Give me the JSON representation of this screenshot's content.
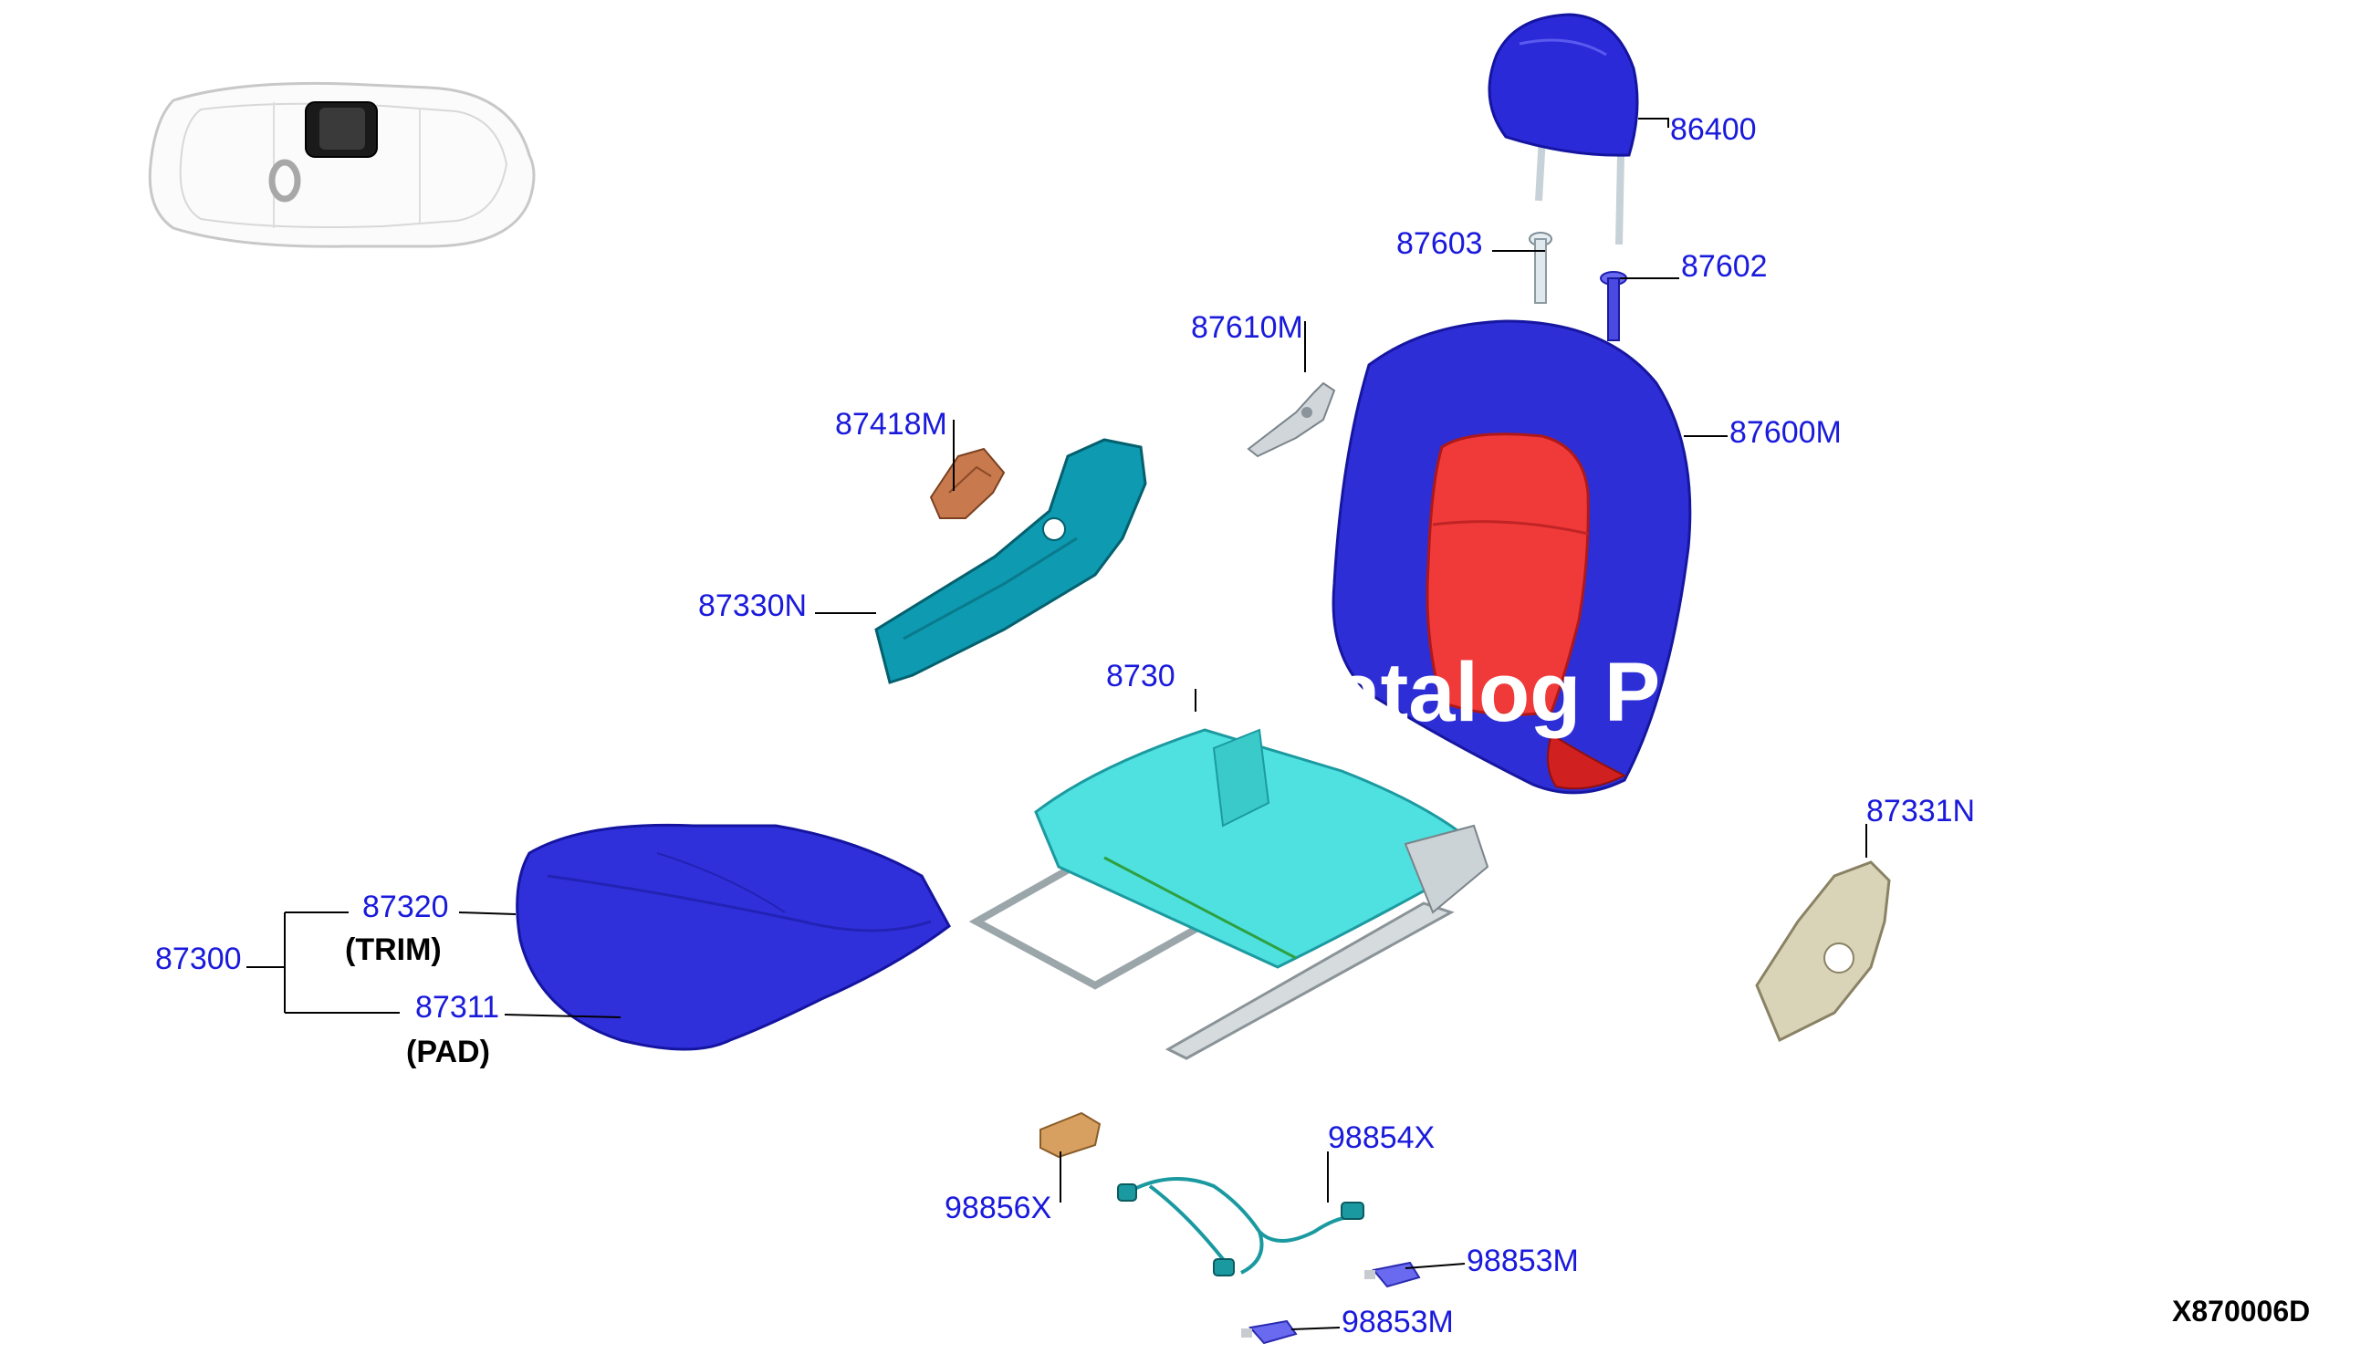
{
  "diagram_id": "X870006D",
  "watermark": "Catalog Pa",
  "colors": {
    "callout": "#1a1adc",
    "headrest": "#2a2ad8",
    "backrest": "#2e2ed6",
    "backrest_insert": "#f03a3a",
    "cushion": "#3030da",
    "frame": "#4fe0e0",
    "finisher_inner": "#0e9ab0",
    "finisher_outer": "#d9d3b8",
    "bracket": "#c87a4e",
    "module": "#d8a060",
    "harness": "#1a9aa0"
  },
  "parts": {
    "p86400": "86400",
    "p87603": "87603",
    "p87602": "87602",
    "p87610m": "87610M",
    "p87600m": "87600M",
    "p87418m": "87418M",
    "p87330n": "87330N",
    "p8730x": "8730",
    "p87331n": "87331N",
    "p87300": "87300",
    "p87320": "87320",
    "p87311": "87311",
    "p98854x": "98854X",
    "p98856x": "98856X",
    "p98853m_a": "98853M",
    "p98853m_b": "98853M"
  },
  "sublabels": {
    "trim": "(TRIM)",
    "pad": "(PAD)"
  }
}
